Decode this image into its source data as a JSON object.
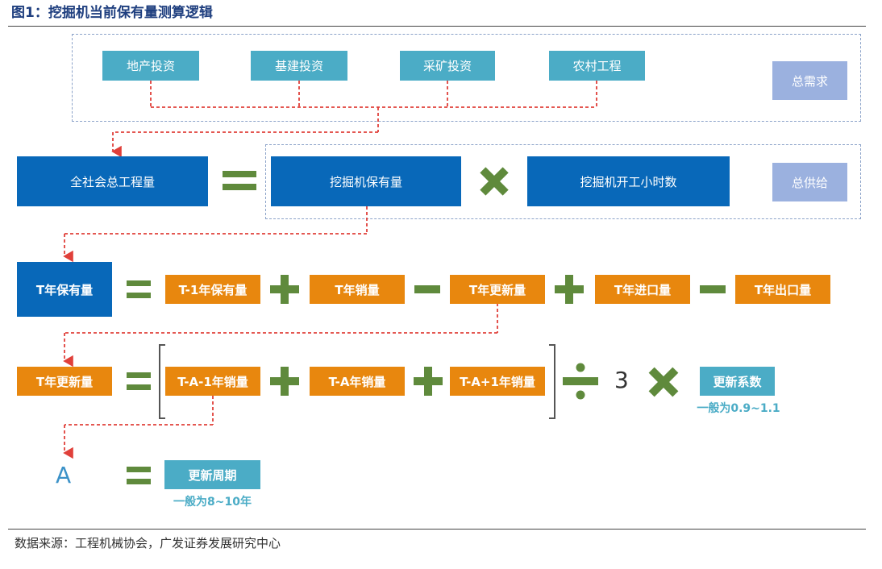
{
  "title": "图1：挖掘机当前保有量测算逻辑",
  "demand": {
    "items": [
      "地产投资",
      "基建投资",
      "采矿投资",
      "农村工程"
    ],
    "label": "总需求"
  },
  "supply": {
    "total": "全社会总工程量",
    "stock": "挖掘机保有量",
    "hours": "挖掘机开工小时数",
    "label": "总供给"
  },
  "stock_eq": {
    "lhs": "T年保有量",
    "terms": [
      "T-1年保有量",
      "T年销量",
      "T年更新量",
      "T年进口量",
      "T年出口量"
    ]
  },
  "renewal_eq": {
    "lhs": "T年更新量",
    "terms": [
      "T-A-1年销量",
      "T-A年销量",
      "T-A+1年销量"
    ],
    "divisor": "3",
    "coef": "更新系数",
    "coef_note": "一般为0.9~1.1"
  },
  "period_eq": {
    "lhs": "A",
    "rhs": "更新周期",
    "note": "一般为8~10年"
  },
  "source": "数据来源：工程机械协会，广发证券发展研究中心",
  "colors": {
    "teal": "#4bacc6",
    "blue": "#0868b9",
    "orange": "#e8870e",
    "green": "#5f8a3c",
    "lavender": "#9bb1df",
    "connector": "#e0403a"
  }
}
